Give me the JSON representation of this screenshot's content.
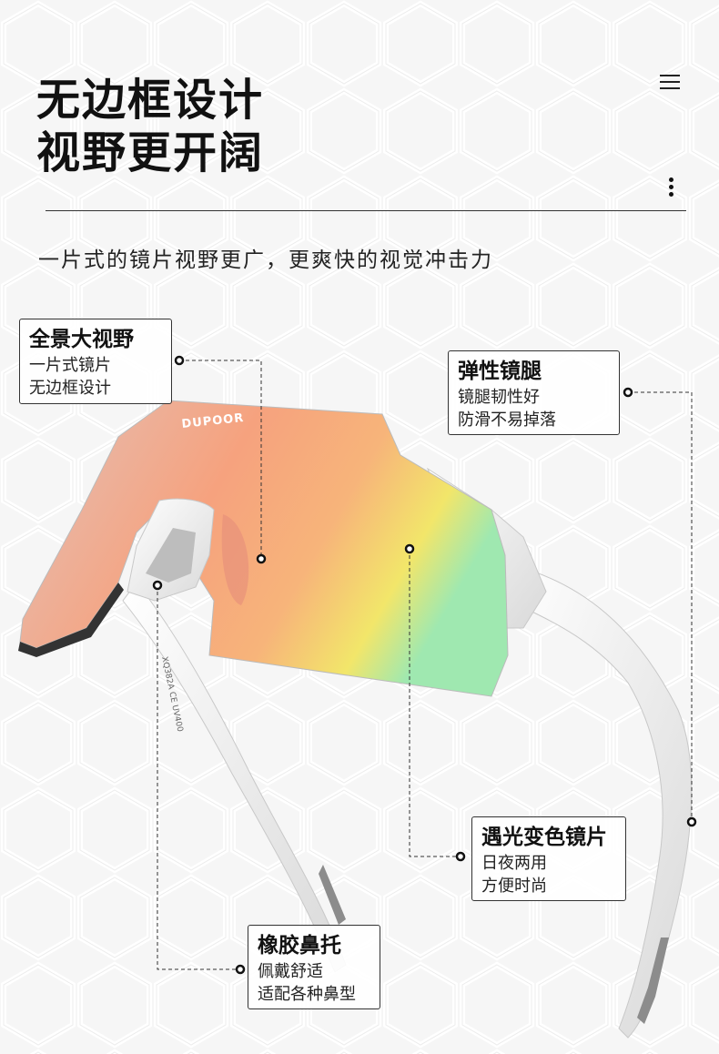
{
  "header": {
    "title_line1": "无边框设计",
    "title_line2": "视野更开阔",
    "subtitle": "一片式的镜片视野更广，更爽快的视觉冲击力"
  },
  "glasses": {
    "brand": "DUPOOR",
    "temple_print": "XQ382A CE UV400"
  },
  "callouts": {
    "panorama": {
      "title": "全景大视野",
      "lines": [
        "一片式镜片",
        "无边框设计"
      ]
    },
    "temple": {
      "title": "弹性镜腿",
      "lines": [
        "镜腿韧性好",
        "防滑不易掉落"
      ]
    },
    "photochromic": {
      "title": "遇光变色镜片",
      "lines": [
        "日夜两用",
        "方便时尚"
      ]
    },
    "nosepad": {
      "title": "橡胶鼻托",
      "lines": [
        "佩戴舒适",
        "适配各种鼻型"
      ]
    }
  },
  "icons": {
    "menu": "menu-icon",
    "more": "more-vertical-icon"
  },
  "colors": {
    "lens_orange": "#f4a582",
    "lens_yellow": "#f2e66a",
    "frame": "#f2f2f2"
  }
}
